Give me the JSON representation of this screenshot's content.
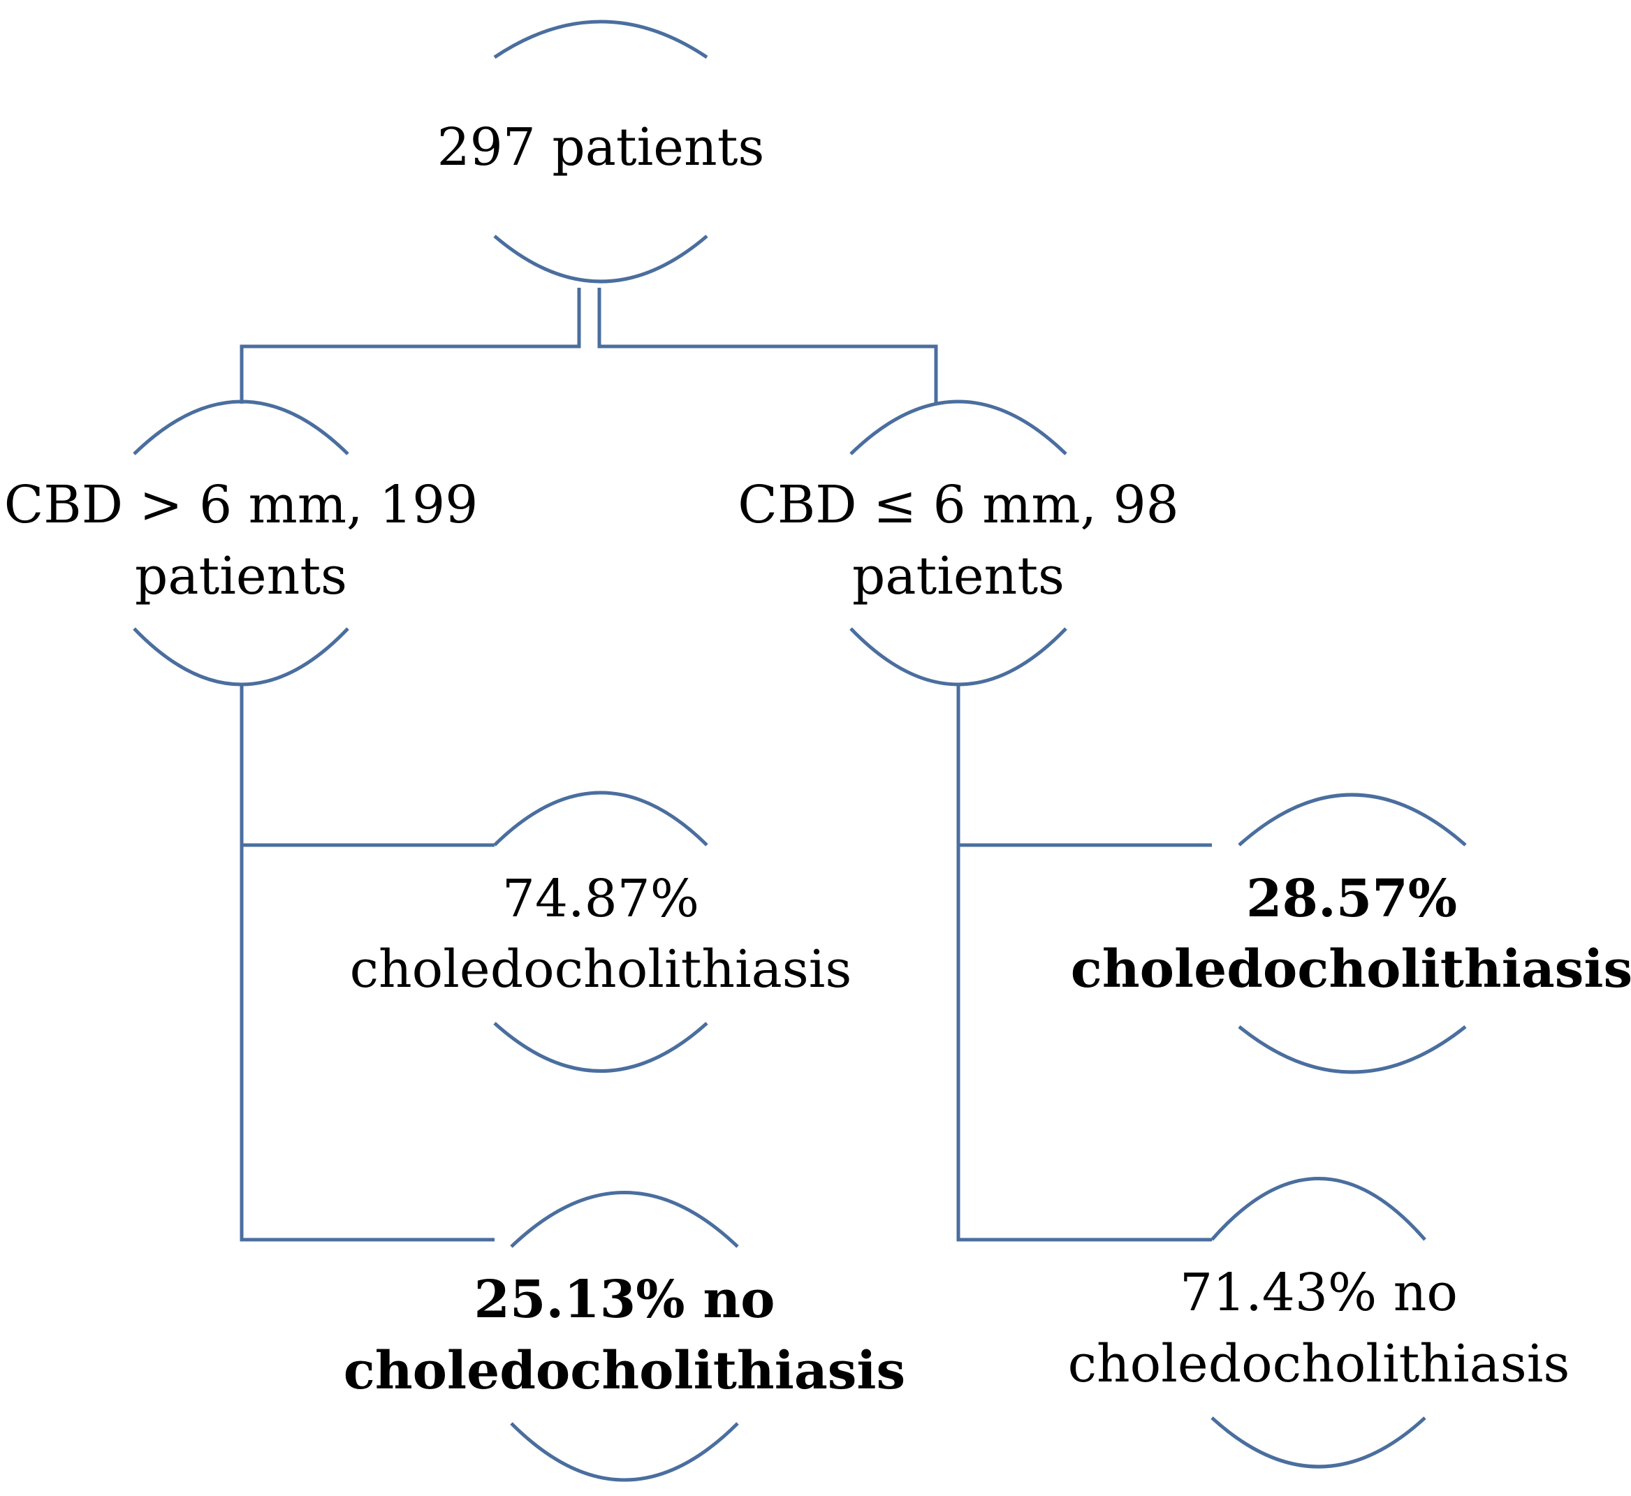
{
  "diagram": {
    "root": {
      "line1": "297 patients"
    },
    "left_branch": {
      "line1": "CBD > 6 mm, 199",
      "line2": "patients",
      "outcome_positive": {
        "line1": "74.87%",
        "line2": "choledocholithiasis",
        "bold": false
      },
      "outcome_negative": {
        "line1": "25.13% no",
        "line2": "choledocholithiasis",
        "bold": true
      }
    },
    "right_branch": {
      "line1": "CBD ≤ 6 mm, 98",
      "line2": "patients",
      "outcome_positive": {
        "line1": "28.57%",
        "line2": "choledocholithiasis",
        "bold": true
      },
      "outcome_negative": {
        "line1": "71.43% no",
        "line2": "choledocholithiasis",
        "bold": false
      }
    },
    "colors": {
      "line": "#4a6e9e",
      "text": "#000000",
      "background": "#ffffff"
    }
  }
}
